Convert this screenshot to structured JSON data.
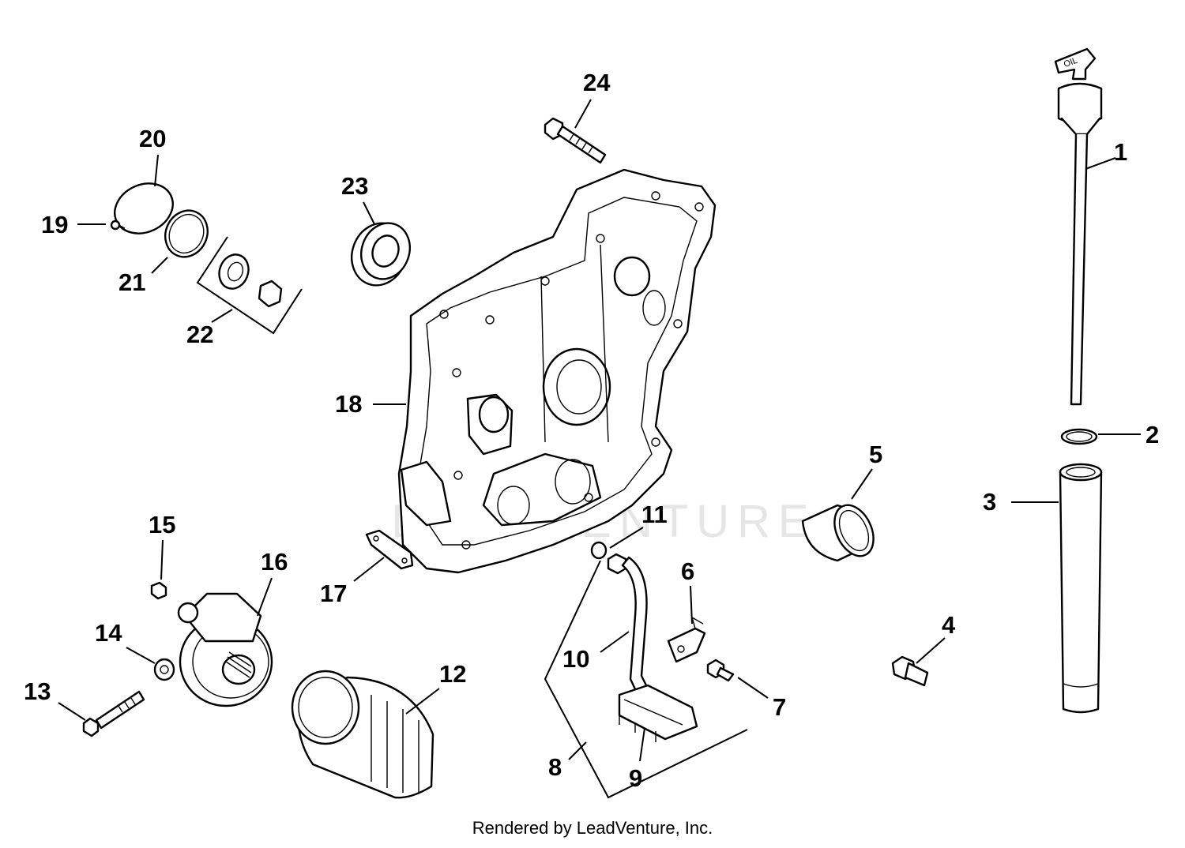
{
  "callouts": {
    "c1": "1",
    "c2": "2",
    "c3": "3",
    "c4": "4",
    "c5": "5",
    "c6": "6",
    "c7": "7",
    "c8": "8",
    "c9": "9",
    "c10": "10",
    "c11": "11",
    "c12": "12",
    "c13": "13",
    "c14": "14",
    "c15": "15",
    "c16": "16",
    "c17": "17",
    "c18": "18",
    "c19": "19",
    "c20": "20",
    "c21": "21",
    "c22": "22",
    "c23": "23",
    "c24": "24"
  },
  "dipstick_marking": "OIL",
  "watermark": "LEADVENTURE",
  "credit": "Rendered by LeadVenture, Inc."
}
